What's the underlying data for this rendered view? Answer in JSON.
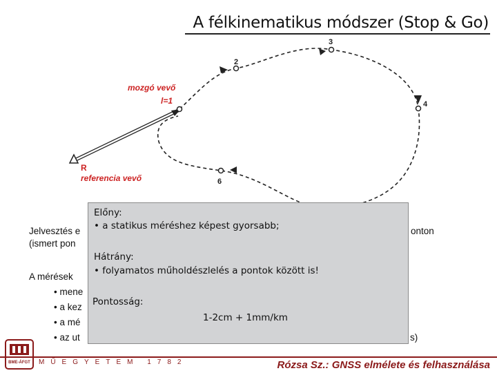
{
  "title": "A félkinematikus módszer (Stop & Go)",
  "diagram": {
    "label_mobile": "mozgó vevő",
    "label_l": "l=1",
    "label_R": "R",
    "label_reference": "referencia vevő",
    "points": [
      "2",
      "3",
      "4",
      "6"
    ]
  },
  "body": {
    "line1_a": "Jelvesztés e",
    "line1_b": "onton",
    "line2": "(ismert pon",
    "line3": "A mérések",
    "b1": "• mene",
    "b2": "• a kez",
    "b3": "• a mé",
    "b4": "• az ut",
    "b4_end": "s)"
  },
  "popup": {
    "elony_heading": "Előny:",
    "elony_item": "• a statikus méréshez képest gyorsabb;",
    "hatrany_heading": "Hátrány:",
    "hatrany_item": "• folyamatos műholdészlelés a pontok között is!",
    "pontossag_heading": "Pontosság:",
    "pontossag_value": "1-2cm + 1mm/km"
  },
  "footer": {
    "author": "Rózsa Sz.: GNSS elmélete és felhasználása",
    "university": "MŰEGYETEM 1782",
    "logo_text": "BME-ÁFGT"
  },
  "colors": {
    "accent": "#8b1a1a",
    "label_red": "#cc2222",
    "popup_bg": "#d2d3d5"
  }
}
